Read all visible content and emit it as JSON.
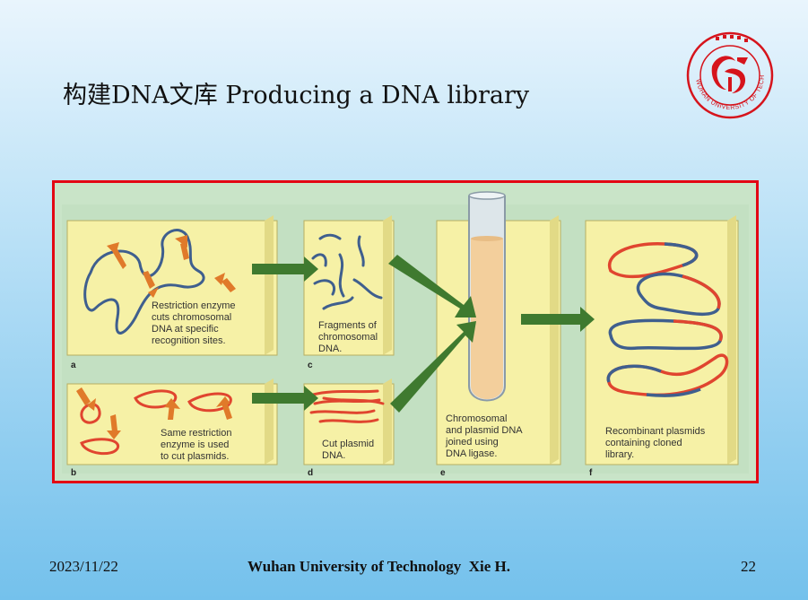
{
  "slide": {
    "title": "构建DNA文库 Producing a DNA library"
  },
  "logo": {
    "icon": "wuhan-university-of-technology-seal",
    "seal_text": "WUHAN UNIVERSITY OF TECHNOLOGY",
    "color": "#d6141c"
  },
  "figure": {
    "panels": [
      {
        "letter": "a",
        "caption": [
          "Restriction enzyme",
          "cuts chromosomal",
          "DNA at specific",
          "recognition sites."
        ]
      },
      {
        "letter": "b",
        "caption": [
          "Same restriction",
          "enzyme is used",
          "to cut plasmids."
        ]
      },
      {
        "letter": "c",
        "caption": [
          "Fragments of",
          "chromosomal",
          "DNA."
        ]
      },
      {
        "letter": "d",
        "caption": [
          "Cut plasmid",
          "DNA."
        ]
      },
      {
        "letter": "e",
        "caption": [
          "Chromosomal",
          "and plasmid DNA",
          "joined using",
          "DNA ligase."
        ]
      },
      {
        "letter": "f",
        "caption": [
          "Recombinant plasmids",
          "containing cloned",
          "library."
        ]
      }
    ],
    "colors": {
      "chromosomal_dna": "#3f5f8e",
      "plasmid_dna": "#e0452f",
      "enzyme_arrow": "#e07a2a",
      "flow_arrow": "#3f7a2f",
      "panel": "#f6f1a6",
      "background": "#c9e4c8",
      "frame": "#e30613"
    }
  },
  "footer": {
    "date": "2023/11/22",
    "center": "Wuhan University of Technology  Xie H.",
    "page": "22"
  }
}
